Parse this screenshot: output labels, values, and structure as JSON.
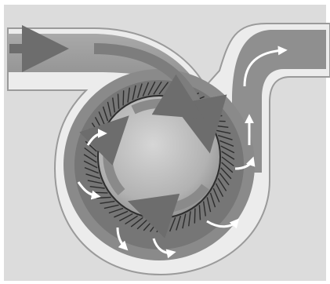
{
  "diagram": {
    "kind": "centrifugal-pump-cross-section",
    "labels": [],
    "colors": {
      "background": "#dcdcdc",
      "casing_outline": "#b9b9b9",
      "fluid": "#9c9c9c",
      "fluid_dark": "#6f6f6f",
      "impeller": "#bcbcbc",
      "impeller_rim": "#2d2d2d",
      "flow_arrow": "#7c7c7c",
      "flow_arrow_dark": "#555555",
      "highlight_arrow": "#ffffff"
    },
    "components": {
      "inlet_pipe": "inlet-pipe",
      "outlet_pipe": "outlet-pipe",
      "casing": "volute-casing",
      "impeller": "impeller-disc",
      "vanes": "impeller-vanes"
    }
  }
}
